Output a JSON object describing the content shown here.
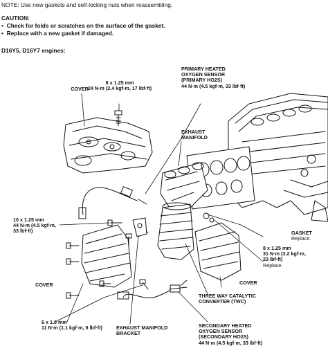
{
  "note": "NOTE:  Use new gaskets and self-locking nuts when reassembling.",
  "caution": {
    "heading": "CAUTION:",
    "items": [
      "Check for folds or scratches on the surface of the gasket.",
      "Replace with a new gasket if damaged."
    ],
    "bullet": "•"
  },
  "engines": "D16Y5, D16Y7 engines:",
  "labels": {
    "cover_top": "COVER",
    "bolt_top": [
      "8 x 1.25 mm",
      "24 N·m (2.4 kgf·m, 17 lbf·ft)"
    ],
    "primary_sensor": [
      "PRIMARY HEATED",
      "OXYGEN SENSOR",
      "(PRIMARY HO2S)",
      "44 N·m (4.5 kgf·m, 33 lbf·ft)"
    ],
    "exhaust_manifold": [
      "EXHAUST",
      "MANIFOLD"
    ],
    "bolt_left": [
      "10 x 1.25 mm",
      "44 N·m (4.5 kgf·m,",
      "33 lbf·ft)"
    ],
    "cover_left": "COVER",
    "gasket": [
      "GASKET",
      "Replace."
    ],
    "nut_right": [
      "8 x 1.25 mm",
      "31 N·m (3.2 kgf·m,",
      "23 lbf·ft)",
      "Replace."
    ],
    "cover_right": "COVER",
    "twc": [
      "THREE WAY CATALYTIC",
      "CONVERTER (TWC)"
    ],
    "bracket": [
      "EXHAUST MANIFOLD",
      "BRACKET"
    ],
    "bolt_bottom": [
      "6 x 1.0 mm",
      "11 N·m (1.1 kgf·m, 8 lbf·ft)"
    ],
    "secondary_sensor": [
      "SECONDARY HEATED",
      "OXYGEN SENSOR",
      "(SECONDARY HO2S)",
      "44 N·m (4.5 kgf·m, 33 lbf·ft)"
    ]
  },
  "parts": [
    "engine-block-drawing",
    "heat-cover-drawing",
    "exhaust-manifold-drawing",
    "catalytic-converter-drawing",
    "oxygen-sensor-drawing",
    "lower-cover-drawing",
    "bolt-drawing"
  ]
}
